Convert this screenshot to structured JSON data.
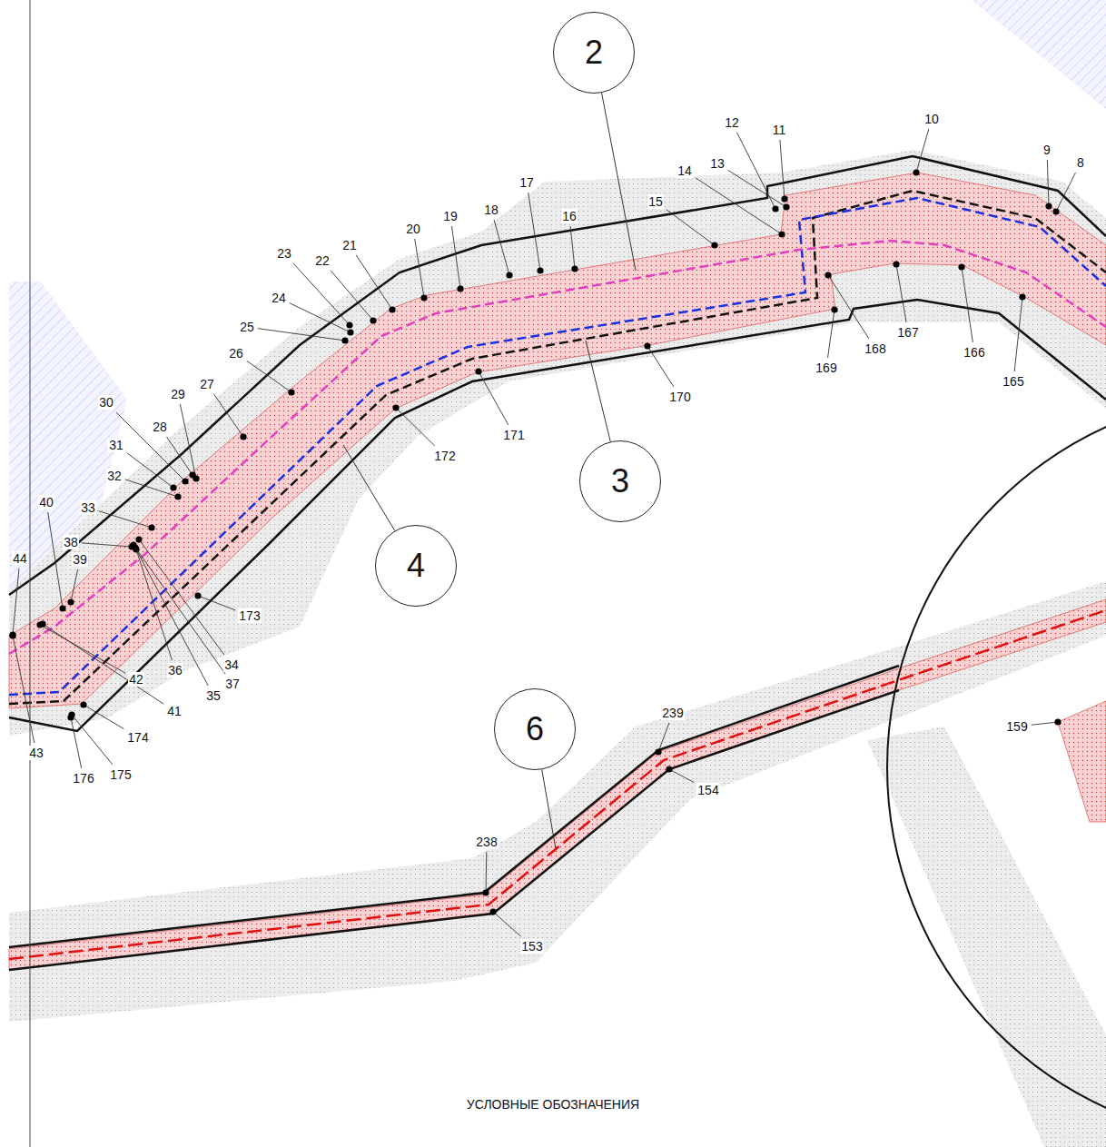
{
  "diagram": {
    "nodes": [
      {
        "text": [
          "2"
        ]
      },
      {
        "text": [
          "3"
        ]
      },
      {
        "text": [
          "4"
        ]
      },
      {
        "text": [
          "6"
        ]
      }
    ],
    "labels": [
      "10",
      "9",
      "8",
      "12",
      "11",
      "13",
      "14",
      "15",
      "17",
      "16",
      "18",
      "19",
      "20",
      "21",
      "22",
      "23",
      "24",
      "25",
      "26",
      "27",
      "29",
      "30",
      "28",
      "31",
      "32",
      "33",
      "38",
      "40",
      "39",
      "44",
      "173",
      "34",
      "36",
      "35",
      "37",
      "42",
      "41",
      "174",
      "43",
      "176",
      "175",
      "172",
      "171",
      "170",
      "169",
      "168",
      "167",
      "166",
      "165",
      "239",
      "154",
      "238",
      "153",
      "159",
      "УСЛОВНЫЕ ОБОЗНАЧЕНИЯ"
    ]
  }
}
